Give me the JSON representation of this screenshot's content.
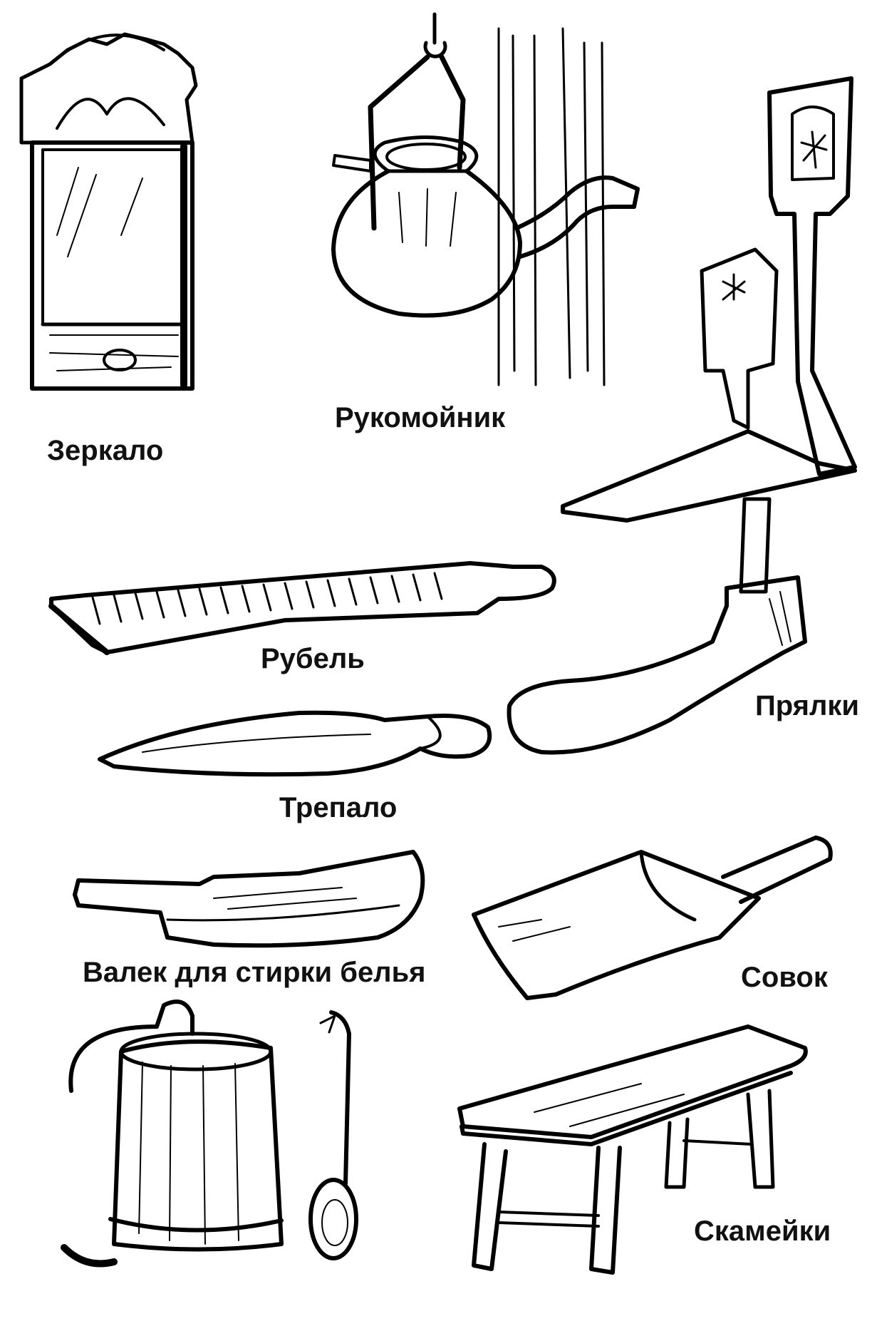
{
  "labels": {
    "mirror": "Зеркало",
    "washstand": "Рукомойник",
    "rubel": "Рубель",
    "spinning_wheels": "Прялки",
    "trepalo": "Трепало",
    "washing_beater": "Валек для стирки белья",
    "scoop": "Совок",
    "benches": "Скамейки"
  },
  "colors": {
    "ink": "#000000",
    "paper": "#ffffff"
  }
}
